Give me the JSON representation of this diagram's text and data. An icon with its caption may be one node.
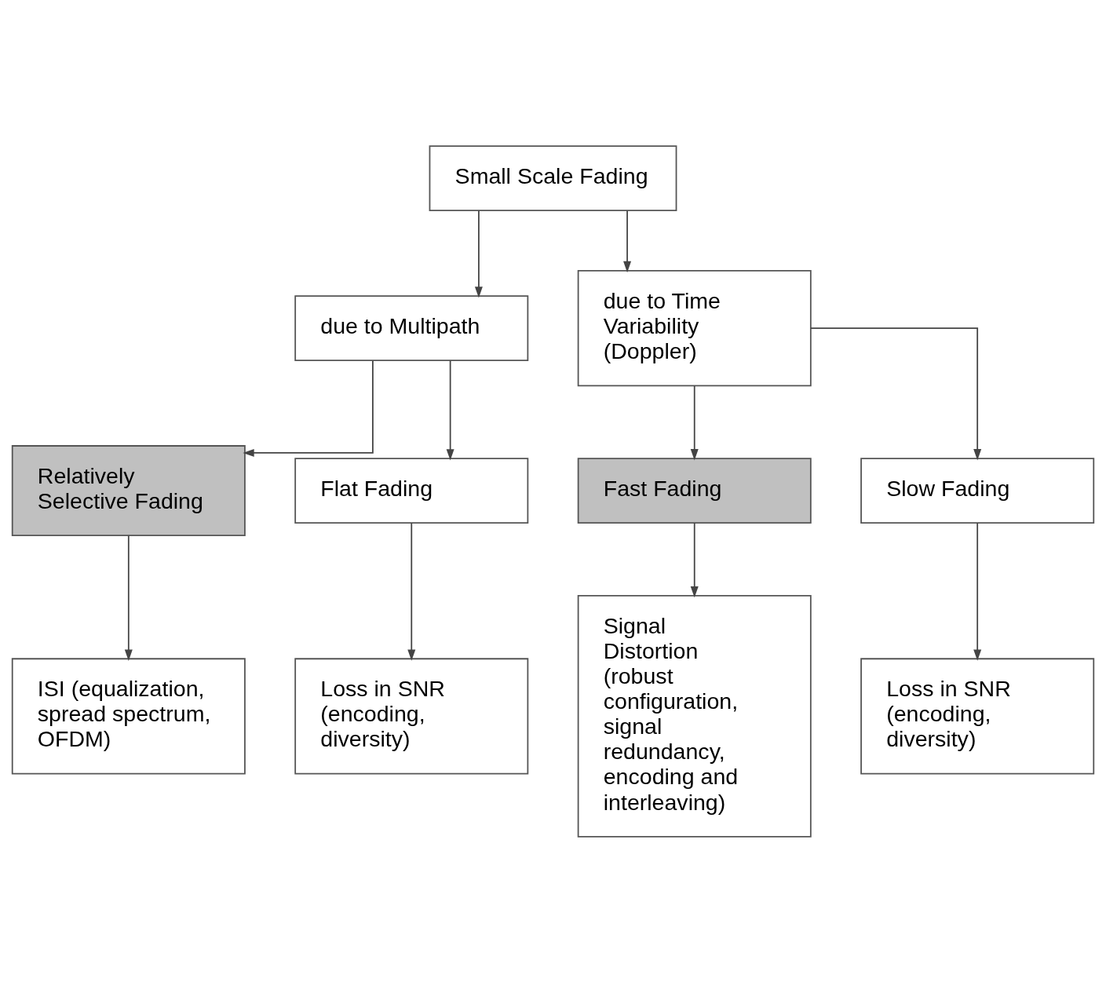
{
  "diagram": {
    "nodes": [
      {
        "text": [
          "Small Scale Fading"
        ]
      },
      {
        "text": [
          "due to Multipath"
        ]
      },
      {
        "text": [
          "due to Time Variability (Doppler)"
        ]
      },
      {
        "text": [
          "Relatively Selective Fading"
        ]
      },
      {
        "text": [
          "Flat Fading"
        ]
      },
      {
        "text": [
          "Fast Fading"
        ]
      },
      {
        "text": [
          "Slow Fading"
        ]
      },
      {
        "text": [
          "ISI (equalization, spread spectrum, OFDM)"
        ]
      },
      {
        "text": [
          "Loss in SNR (encoding, diversity)"
        ]
      },
      {
        "text": [
          "Signal Distortion (robust configuration, signal redundancy, encoding and interleaving)"
        ]
      },
      {
        "text": [
          "Loss in SNR (encoding, diversity)"
        ]
      }
    ],
    "edges": [
      {
        "from": 0,
        "to": 1,
        "arrow": "to"
      },
      {
        "from": 0,
        "to": 2,
        "arrow": "to"
      },
      {
        "from": 1,
        "to": 3,
        "arrow": "to"
      },
      {
        "from": 1,
        "to": 4,
        "arrow": "to"
      },
      {
        "from": 2,
        "to": 5,
        "arrow": "to"
      },
      {
        "from": 2,
        "to": 6,
        "arrow": "to"
      },
      {
        "from": 3,
        "to": 7,
        "arrow": "to"
      },
      {
        "from": 4,
        "to": 8,
        "arrow": "to"
      },
      {
        "from": 5,
        "to": 9,
        "arrow": "to"
      },
      {
        "from": 6,
        "to": 10,
        "arrow": "to"
      }
    ]
  }
}
